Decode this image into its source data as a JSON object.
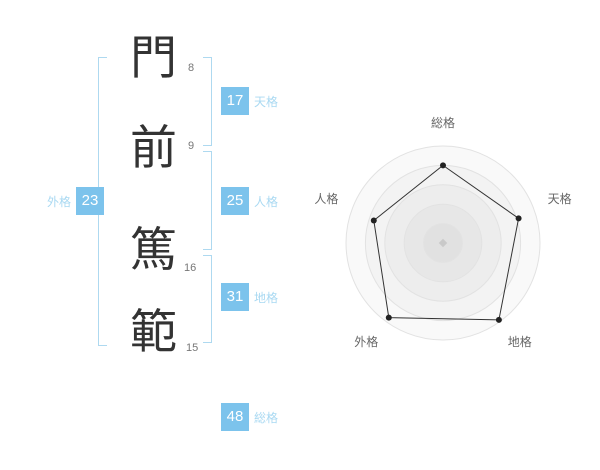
{
  "name": {
    "characters": [
      {
        "char": "門",
        "strokes": "8"
      },
      {
        "char": "前",
        "strokes": "9"
      },
      {
        "char": "篤",
        "strokes": "16"
      },
      {
        "char": "範",
        "strokes": "15"
      }
    ]
  },
  "kaku": {
    "tenkaku": {
      "value": "17",
      "label": "天格"
    },
    "jinkaku": {
      "value": "25",
      "label": "人格"
    },
    "chikaku": {
      "value": "31",
      "label": "地格"
    },
    "gaikaku": {
      "value": "23",
      "label": "外格"
    },
    "soukaku": {
      "value": "48",
      "label": "総格"
    }
  },
  "colors": {
    "badge_blue": "#7cc3ec",
    "label_light_blue": "#a9d9f2",
    "bracket_blue": "#aed9f0",
    "ring_gray": "#e2e2e2",
    "line_black": "#333333"
  },
  "chart_data": {
    "type": "radar",
    "title": "",
    "axes": [
      "総格",
      "天格",
      "地格",
      "外格",
      "人格"
    ],
    "values": [
      80,
      82,
      98,
      95,
      75
    ],
    "max": 100,
    "rings": 5,
    "grid": "concentric-circles",
    "legend_position": "none"
  }
}
